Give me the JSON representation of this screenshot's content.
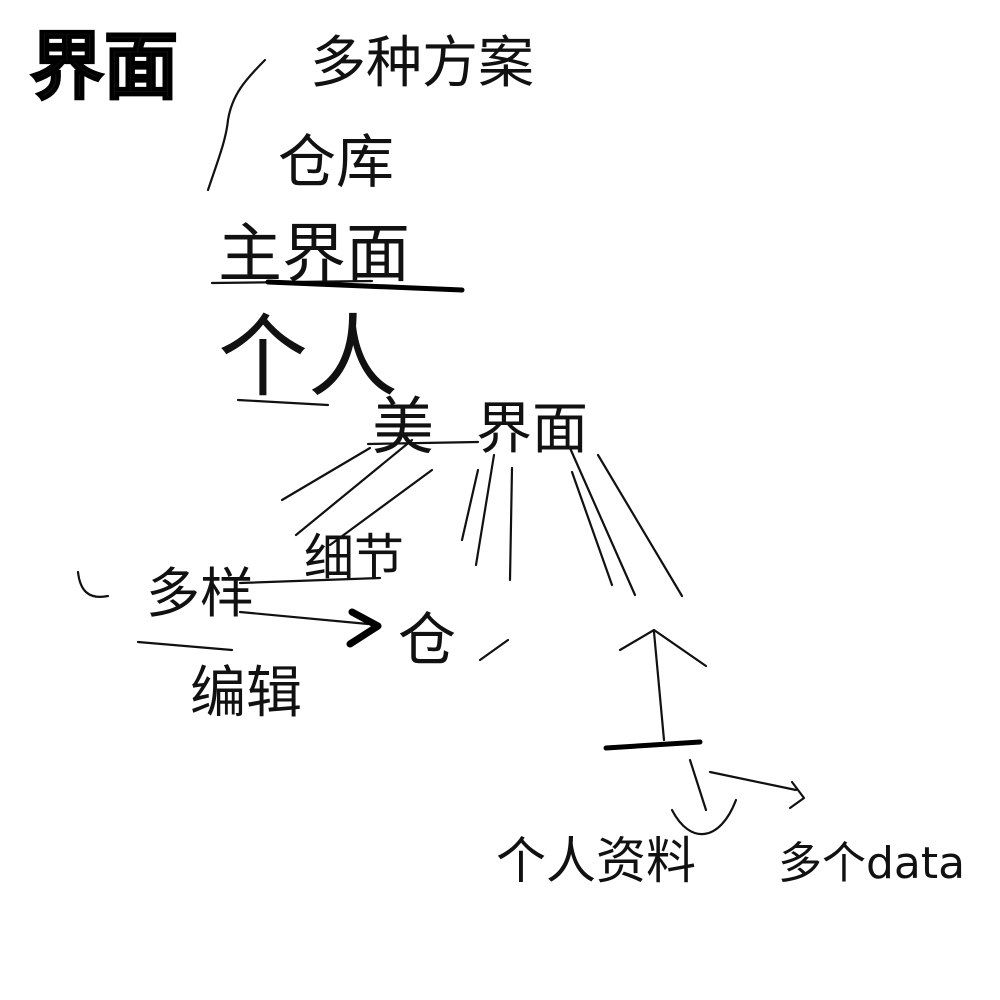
{
  "title": "界面",
  "items": {
    "multi_style": "多种方案",
    "warehouse": "仓库",
    "main_screen": "主界面",
    "personal": "个人",
    "beauty": "美",
    "screen": "界面",
    "details": "细节",
    "warehouse_2": "仓",
    "multi_type": "多样",
    "edit": "编辑",
    "personal_data": "个人资料",
    "multi_data": "多个data"
  },
  "colors": {
    "ink": "#111111",
    "background": "#ffffff"
  }
}
